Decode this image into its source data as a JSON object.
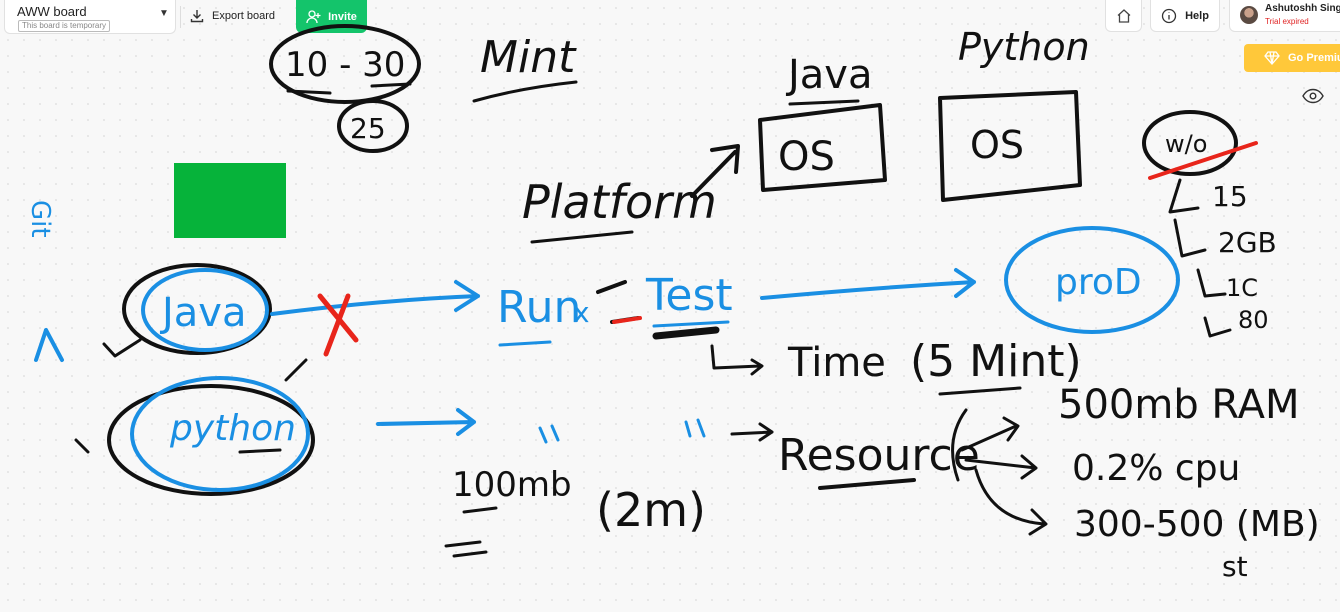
{
  "toolbar": {
    "board_title": "AWW board",
    "board_subtitle": "This board is temporary",
    "export_label": "Export board",
    "invite_label": "Invite",
    "help_label": "Help",
    "user_name": "Ashutoshh Singh",
    "user_status": "Trial expired",
    "premium_label": "Go Premium"
  },
  "icons": {
    "dropdown": "chevron-down-icon",
    "export": "download-icon",
    "invite": "add-user-icon",
    "home": "home-icon",
    "help": "info-icon",
    "premium": "diamond-icon",
    "view": "eye-icon"
  },
  "colors": {
    "invite": "#14c46b",
    "premium": "#ffc83a",
    "trial": "#e02424",
    "ink_black": "#111111",
    "ink_blue": "#1a8fe3",
    "ink_red": "#e8251b",
    "shape_green": "#06b33a"
  },
  "canvas": {
    "notes": {
      "range": "10 - 30",
      "range_mid": "25",
      "mint": "Mint",
      "java_top": "Java",
      "python_top": "Python",
      "os_left": "OS",
      "os_right": "OS",
      "platform": "Platform",
      "wio": "w/o",
      "w_15": "15",
      "w_2gb": "2GB",
      "w_1c": "1C",
      "w_80": "80",
      "java": "Java",
      "python": "python",
      "run": "Run",
      "x": "x",
      "test": "Test",
      "prod": "proD",
      "time": "Time",
      "five_mint": "(5 Mint)",
      "ram": "500mb RAM",
      "cpu": "0.2% cpu",
      "mb": "300-500 (MB)",
      "st": "st",
      "resource": "Resource",
      "hundred_mb": "100mb",
      "two_m": "(2m)",
      "git_letters": "Git"
    }
  }
}
